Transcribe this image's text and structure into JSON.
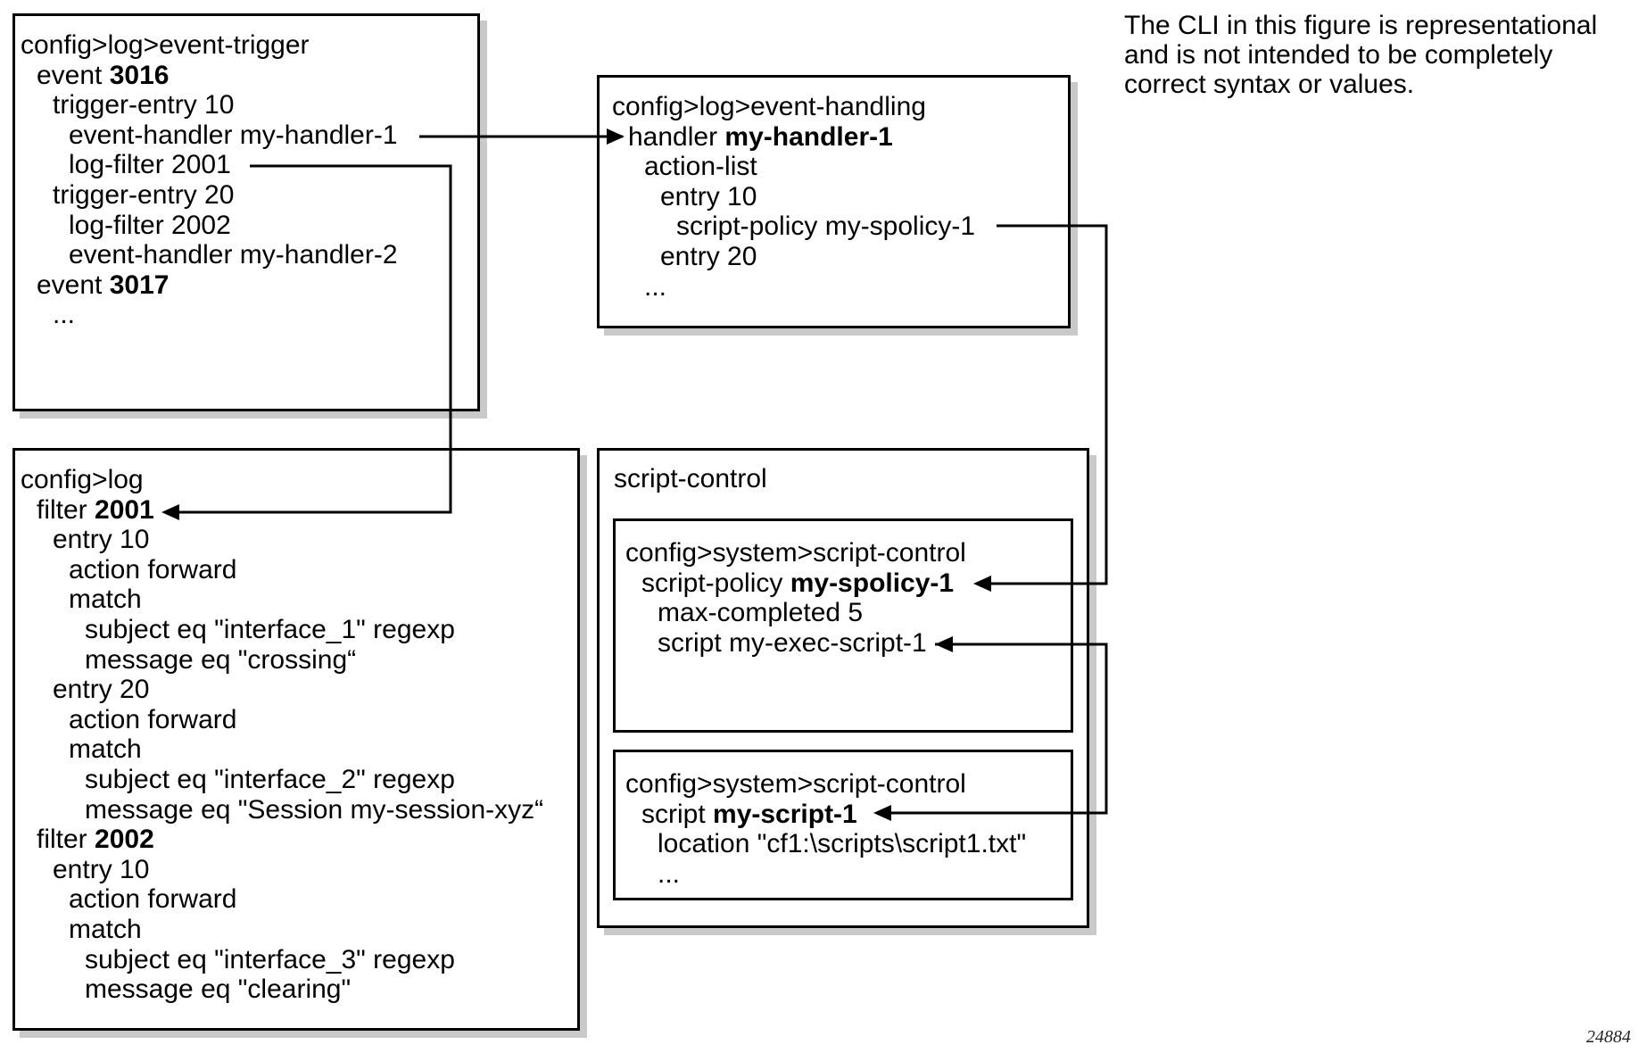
{
  "note": "The CLI in this figure is representational\nand is not intended to be completely\ncorrect syntax or values.",
  "figure_id": "24884",
  "boxes": {
    "event_trigger": {
      "lines": [
        {
          "indent": 0,
          "text": "config>log>event-trigger"
        },
        {
          "indent": 1,
          "text": "event ",
          "bold": "3016"
        },
        {
          "indent": 2,
          "text": "trigger-entry 10"
        },
        {
          "indent": 3,
          "text": "event-handler my-handler-1"
        },
        {
          "indent": 3,
          "text": "log-filter 2001"
        },
        {
          "indent": 2,
          "text": "trigger-entry 20"
        },
        {
          "indent": 3,
          "text": "log-filter 2002"
        },
        {
          "indent": 3,
          "text": "event-handler my-handler-2"
        },
        {
          "indent": 1,
          "text": "event ",
          "bold": "3017"
        },
        {
          "indent": 2,
          "text": "..."
        }
      ]
    },
    "event_handling": {
      "lines": [
        {
          "indent": 0,
          "text": "config>log>event-handling"
        },
        {
          "indent": 1,
          "text": "handler ",
          "bold": "my-handler-1"
        },
        {
          "indent": 2,
          "text": "action-list"
        },
        {
          "indent": 3,
          "text": "entry 10"
        },
        {
          "indent": 4,
          "text": "script-policy my-spolicy-1"
        },
        {
          "indent": 3,
          "text": "entry 20"
        },
        {
          "indent": 2,
          "text": "..."
        }
      ]
    },
    "log_filter": {
      "lines": [
        {
          "indent": 0,
          "text": "config>log"
        },
        {
          "indent": 1,
          "text": "filter ",
          "bold": "2001"
        },
        {
          "indent": 2,
          "text": "entry 10"
        },
        {
          "indent": 3,
          "text": "action forward"
        },
        {
          "indent": 3,
          "text": "match"
        },
        {
          "indent": 4,
          "text": "subject eq \"interface_1\" regexp"
        },
        {
          "indent": 4,
          "text": "message eq \"crossing“"
        },
        {
          "indent": 2,
          "text": "entry 20"
        },
        {
          "indent": 3,
          "text": "action forward"
        },
        {
          "indent": 3,
          "text": "match"
        },
        {
          "indent": 4,
          "text": "subject eq \"interface_2\" regexp"
        },
        {
          "indent": 4,
          "text": "message eq \"Session my-session-xyz“"
        },
        {
          "indent": 1,
          "text": "filter ",
          "bold": "2002"
        },
        {
          "indent": 2,
          "text": "entry 10"
        },
        {
          "indent": 3,
          "text": "action forward"
        },
        {
          "indent": 3,
          "text": "match"
        },
        {
          "indent": 4,
          "text": "subject eq \"interface_3\" regexp"
        },
        {
          "indent": 4,
          "text": "message eq \"clearing\""
        }
      ]
    },
    "script_control": {
      "title": "script-control"
    },
    "script_policy": {
      "lines": [
        {
          "indent": 0,
          "text": "config>system>script-control"
        },
        {
          "indent": 1,
          "text": "script-policy ",
          "bold": "my-spolicy-1"
        },
        {
          "indent": 2,
          "text": "max-completed 5"
        },
        {
          "indent": 2,
          "text": "script my-exec-script-1"
        }
      ]
    },
    "script_def": {
      "lines": [
        {
          "indent": 0,
          "text": "config>system>script-control"
        },
        {
          "indent": 1,
          "text": "script ",
          "bold": "my-script-1"
        },
        {
          "indent": 2,
          "text": "location \"cf1:\\scripts\\script1.txt\""
        },
        {
          "indent": 2,
          "text": "..."
        }
      ]
    }
  }
}
